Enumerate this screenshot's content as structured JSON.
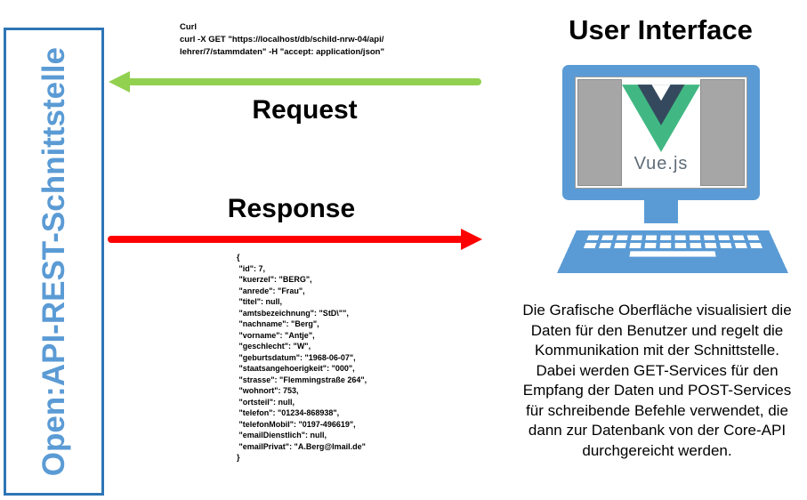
{
  "api_box": {
    "label": "Open:API-REST-Schnittstelle"
  },
  "curl": {
    "lines": [
      "Curl",
      "curl -X GET \"https://localhost/db/schild-nrw-04/api/",
      "lehrer/7/stammdaten\" -H  \"accept: application/json\""
    ]
  },
  "request": {
    "label": "Request",
    "arrow_color": "#92D050",
    "arrow_direction": "left"
  },
  "response": {
    "label": "Response",
    "arrow_color": "#FF0000",
    "arrow_direction": "right",
    "body_lines": [
      "{",
      " \"id\": 7,",
      " \"kuerzel\": \"BERG\",",
      " \"anrede\": \"Frau\",",
      " \"titel\": null,",
      " \"amtsbezeichnung\": \"StD\\\"\",",
      " \"nachname\": \"Berg\",",
      " \"vorname\": \"Antje\",",
      " \"geschlecht\": \"W\",",
      " \"geburtsdatum\": \"1968-06-07\",",
      " \"staatsangehoerigkeit\": \"000\",",
      " \"strasse\": \"Flemmingstraße 264\",",
      " \"wohnort\": 753,",
      " \"ortsteil\": null,",
      " \"telefon\": \"01234-868938\",",
      " \"telefonMobil\": \"0197-496619\",",
      " \"emailDienstlich\": null,",
      " \"emailPrivat\": \"A.Berg@Imail.de\"",
      "}"
    ]
  },
  "user_interface": {
    "title": "User Interface",
    "logo_text": "Vue.js",
    "description_lines": [
      "Die Grafische Oberfläche visualisiert die",
      "Daten für den Benutzer und regelt die",
      "Kommunikation mit der Schnittstelle.",
      "Dabei werden GET-Services für den",
      "Empfang der Daten und POST-Services",
      "für schreibende Befehle verwendet, die",
      "dann zur Datenbank von der Core-API",
      "durchgereicht werden."
    ]
  },
  "colors": {
    "box_border": "#2E75B6",
    "box_label_text": "#5B9BD5",
    "request_arrow": "#92D050",
    "response_arrow": "#FF0000",
    "monitor_blue": "#5B9BD5",
    "screen_panel_gray": "#A6A6A6",
    "vue_logo_green": "#41B883",
    "vue_logo_dark": "#35495E"
  }
}
